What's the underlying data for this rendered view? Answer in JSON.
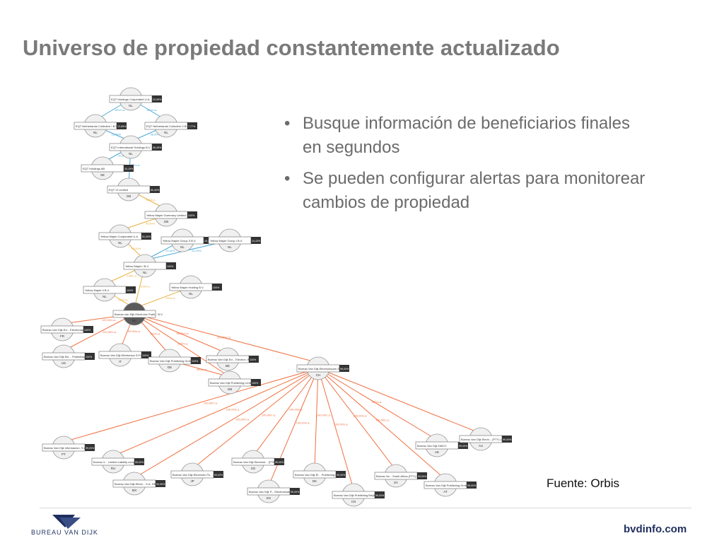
{
  "title": "Universo de propiedad constantemente actualizado",
  "bullets": [
    "Busque información de beneficiarios finales en segundos",
    "Se pueden configurar alertas para monitorear cambios de propiedad"
  ],
  "source": "Fuente: Orbis",
  "footer": {
    "logo_text": "BUREAU VAN DIJK",
    "site": "bvdinfo.com"
  },
  "colors": {
    "title": "#7a7a7a",
    "edge_blue": "#4aa8d8",
    "edge_yellow": "#e8b040",
    "edge_orange": "#f07040",
    "brand": "#1e2e5e"
  },
  "diagram": {
    "nodes": [
      {
        "id": "n1",
        "name": "EQT Holdings Coöperatief U.A.",
        "country": "NL",
        "pct": "20,59%"
      },
      {
        "id": "n2",
        "name": "EQT Netherlands Collective I B.V.",
        "country": "NL",
        "pct": "12,65%"
      },
      {
        "id": "n3",
        "name": "EQT Netherlands Collective II B.V.",
        "country": "NL",
        "pct": "7,77%"
      },
      {
        "id": "n4",
        "name": "EQT International Holdings B.V.",
        "country": "NL",
        "pct": "36,45%"
      },
      {
        "id": "n5",
        "name": "EQT Holdings AB",
        "country": "SE",
        "pct": "34,15%"
      },
      {
        "id": "n6",
        "name": "EQT VI Limited",
        "country": "GB",
        "pct": "60,40%"
      },
      {
        "id": "n7",
        "name": "Yellow Maple Guernsey Limited",
        "country": "GB",
        "pct": "100%"
      },
      {
        "id": "n8",
        "name": "Yellow Maple Coöperatief U.A.",
        "country": "NL",
        "pct": "51,00%"
      },
      {
        "id": "n9",
        "name": "Yellow Maple Group II B.V.",
        "country": "NL",
        "pct": "19,40%"
      },
      {
        "id": "n10",
        "name": "Yellow Maple Group I B.V.",
        "country": "NL",
        "pct": "14,43%"
      },
      {
        "id": "n11",
        "name": "Yellow Maple I B.V.",
        "country": "NL",
        "pct": "100%"
      },
      {
        "id": "n12",
        "name": "Yellow Maple II B.V.",
        "country": "NL",
        "pct": "100%"
      },
      {
        "id": "n13",
        "name": "Yellow Maple Holding B.V.",
        "country": "NL",
        "pct": "100%"
      },
      {
        "id": "n14",
        "name": "Bureau van Dijk Electronic Publi... B.V.",
        "country": "NL",
        "pct": ""
      },
      {
        "id": "n15",
        "name": "Bureau Van Dijk Ed... Electroniques",
        "country": "FR",
        "pct": "100%"
      },
      {
        "id": "n16",
        "name": "Bureau Van Dijk Ele... Publishing In.",
        "country": "US",
        "pct": "100%"
      },
      {
        "id": "n17",
        "name": "Bureau Van Dijk Elettronica S.P.A.",
        "country": "IT",
        "pct": "100%"
      },
      {
        "id": "n18",
        "name": "Bureau Van Dijk Publishing GmbH",
        "country": "DE",
        "pct": "100%"
      },
      {
        "id": "n19",
        "name": "Bureau Van Dijk Ed... Electron. Belgi...",
        "country": "BE",
        "pct": "100%"
      },
      {
        "id": "n20",
        "name": "Bureau Van Dijk Publishing Limited",
        "country": "GB",
        "pct": "100%"
      },
      {
        "id": "n21",
        "name": "Bureau Van Dijk Electroniques S.A.",
        "country": "CH",
        "pct": "99,00%"
      },
      {
        "id": "n22",
        "name": "Bureau Van Dijk Informacion, S.L.",
        "country": "PT",
        "pct": "99,00%"
      },
      {
        "id": "n23",
        "name": "Bureau V... Limited Liability company",
        "country": "RU",
        "pct": "95,00%"
      },
      {
        "id": "n24",
        "name": "Bureau Van Dijk Electr... S.A. DE C.V.",
        "country": "MX",
        "pct": "99,00%"
      },
      {
        "id": "n25",
        "name": "Bureau Van Dijk Electronic Pu... K.K.",
        "country": "JP",
        "pct": "99,00%"
      },
      {
        "id": "n26",
        "name": "Bureau Van Dijk Electroni... (PTE) LTD",
        "country": "SG",
        "pct": "99,00%"
      },
      {
        "id": "n27",
        "name": "Bureau Van Dijk P... Electronicas SA",
        "country": "ES",
        "pct": "99,00%"
      },
      {
        "id": "n28",
        "name": "Bureau Van Dijk El... Publishing A/S",
        "country": "DK",
        "pct": "99,00%"
      },
      {
        "id": "n29",
        "name": "Bureau Van Dijk Publishing Beijing",
        "country": "CN",
        "pct": "99,00%"
      },
      {
        "id": "n30",
        "name": "Bureau Va... South Africa (PTY) LTD",
        "country": "ZA",
        "pct": "99,00%"
      },
      {
        "id": "n31",
        "name": "Bureau Van Dijk Publishing GmbH",
        "country": "AT",
        "pct": "99,00%"
      },
      {
        "id": "n32",
        "name": "Bureau Van Dijk DMCC",
        "country": "AE",
        "pct": "99,00%"
      },
      {
        "id": "n33",
        "name": "Bureau Van Dijk Electr... (PTY) Limited",
        "country": "AU",
        "pct": "99,00%"
      }
    ],
    "edge_labels": [
      "WO/n.a.",
      "WO/n.a.",
      "12,65%",
      "98,00%",
      "31,50%",
      "WO/n.a.",
      "100/n.a.",
      "99,90%",
      "51,00%",
      "14,43%",
      "19,40%",
      "100/n.a.",
      "100/n.a.",
      "100/n.a.",
      "100/n.a.",
      "100,00/n.a.",
      "100,00/n.a.",
      "99,90/n.a.",
      "WO/n.a.",
      "98,80/n.a.",
      "1,00/n.a.",
      "WO/n.a.",
      "100,00/n.a.",
      "100,00/n.a.",
      "100,00/n.a.",
      "100,00/n.a.",
      "100,00/n.a.",
      "100,00/n.a.",
      "100,00/n.a.",
      "100,00/n.a.",
      "100,00/n.a.",
      "100,00/n.a.",
      "100,00/n.a.",
      "WO/n.a."
    ]
  }
}
